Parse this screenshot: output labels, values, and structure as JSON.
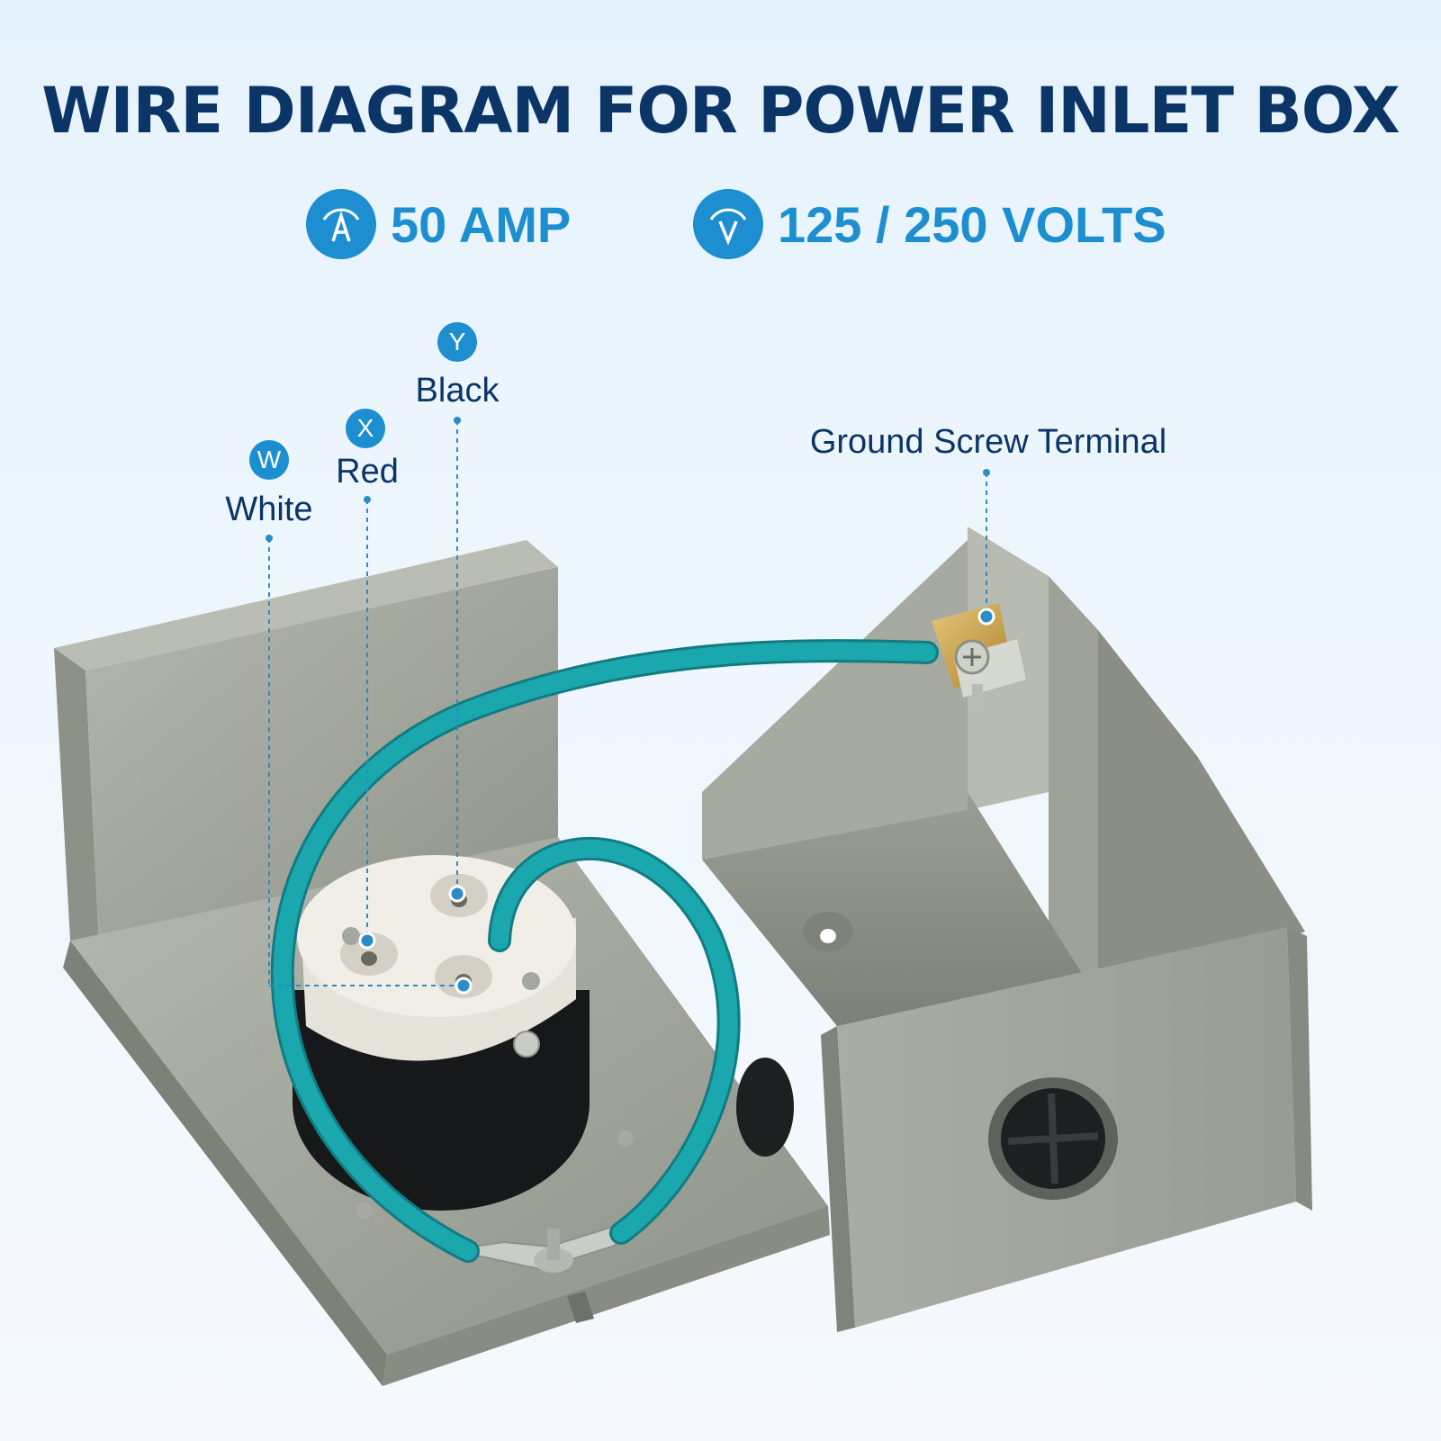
{
  "title": "WIRE DIAGRAM FOR POWER INLET BOX",
  "specs": {
    "amp": {
      "icon": "ammeter-icon",
      "text": "50 AMP"
    },
    "volt": {
      "icon": "voltmeter-icon",
      "text": "125 / 250 VOLTS"
    }
  },
  "terminals": {
    "white": {
      "letter": "W",
      "color": "White"
    },
    "red": {
      "letter": "X",
      "color": "Red"
    },
    "black": {
      "letter": "Y",
      "color": "Black"
    },
    "ground": {
      "label": "Ground Screw Terminal"
    }
  },
  "colors": {
    "title": "#0c3567",
    "accent": "#1d8fd0",
    "wire": "#1aa7ad",
    "box": "#a3a79d"
  }
}
